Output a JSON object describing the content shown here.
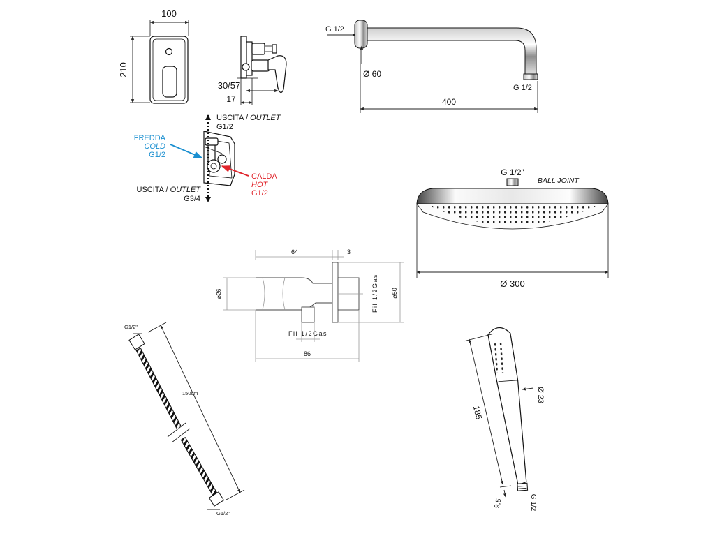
{
  "mixer": {
    "width_label": "100",
    "height_label": "210",
    "depth_label": "30/57",
    "depth2_label": "17"
  },
  "connections": {
    "outlet_top_it": "USCITA /",
    "outlet_top_en": "OUTLET",
    "outlet_top_size": "G1/2",
    "cold_it": "FREDDA",
    "cold_en": "COLD",
    "cold_size": "G1/2",
    "hot_it": "CALDA",
    "hot_en": "HOT",
    "hot_size": "G1/2",
    "outlet_bottom_it": "USCITA /",
    "outlet_bottom_en": "OUTLET",
    "outlet_bottom_size": "G3/4",
    "colors": {
      "cold": "#1a8fd0",
      "hot": "#e0242b"
    }
  },
  "arm": {
    "thread_in": "G 1/2",
    "flange_dia": "Ø 60",
    "thread_out": "G 1/2",
    "length": "400"
  },
  "head": {
    "thread": "G 1/2\"",
    "joint": "BALL JOINT",
    "diameter": "Ø 300"
  },
  "outlet_elbow": {
    "dim_64": "64",
    "dim_3": "3",
    "dia_26": "⌀26",
    "dia_50": "⌀50",
    "thread_side": "Fil 1/2Gas",
    "thread_bottom": "Fil 1/2Gas",
    "dim_86": "86"
  },
  "hose": {
    "top_thread": "G1/2\"",
    "length": "150cm",
    "bottom_thread": "G1/2\""
  },
  "hand_shower": {
    "length": "185",
    "diameter": "Ø 23",
    "thread": "G 1/2",
    "end_len": "9,5"
  }
}
